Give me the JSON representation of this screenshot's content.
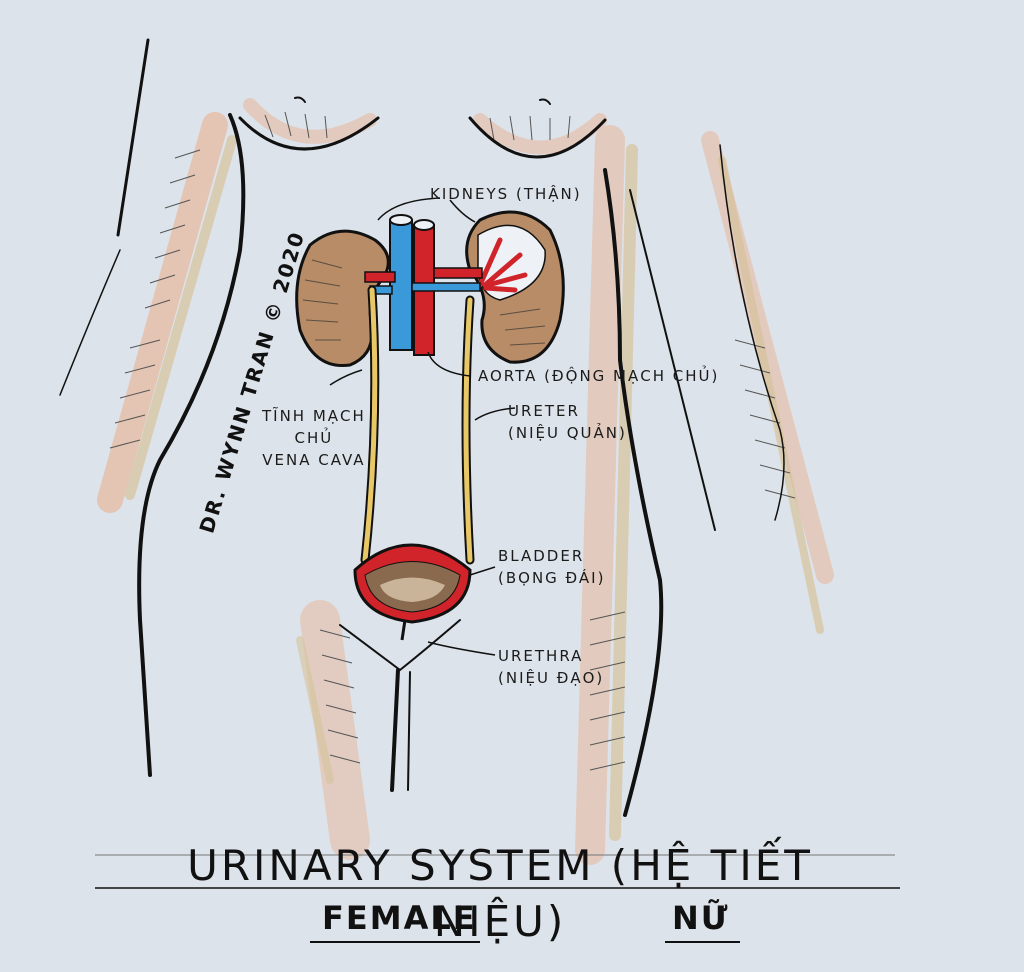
{
  "diagram": {
    "author": "DR. WYNN TRAN © 2020",
    "labels": {
      "kidneys": "KIDNEYS (THẬN)",
      "aorta": "AORTA (ĐỘNG MẠCH CHỦ)",
      "vena_cava": [
        "TĨNH MẠCH",
        "CHỦ",
        "VENA CAVA"
      ],
      "ureter": [
        "URETER",
        "(NIỆU QUẢN)"
      ],
      "bladder": [
        "BLADDER",
        "(BỌNG ĐÁI)"
      ],
      "urethra": [
        "URETHRA",
        "(NIỆU ĐẠO)"
      ]
    },
    "title": "URINARY SYSTEM (HỆ TIẾT NIỆU)",
    "subtitle_en": "FEMALE",
    "subtitle_vi": "NỮ",
    "colors": {
      "paper": "#dde3ea",
      "ink": "#111111",
      "artery": "#d1232a",
      "vein": "#3a9ad9",
      "ureter": "#e8c766",
      "kidney": "#a87a55",
      "skin": "#e6b9a0"
    }
  }
}
